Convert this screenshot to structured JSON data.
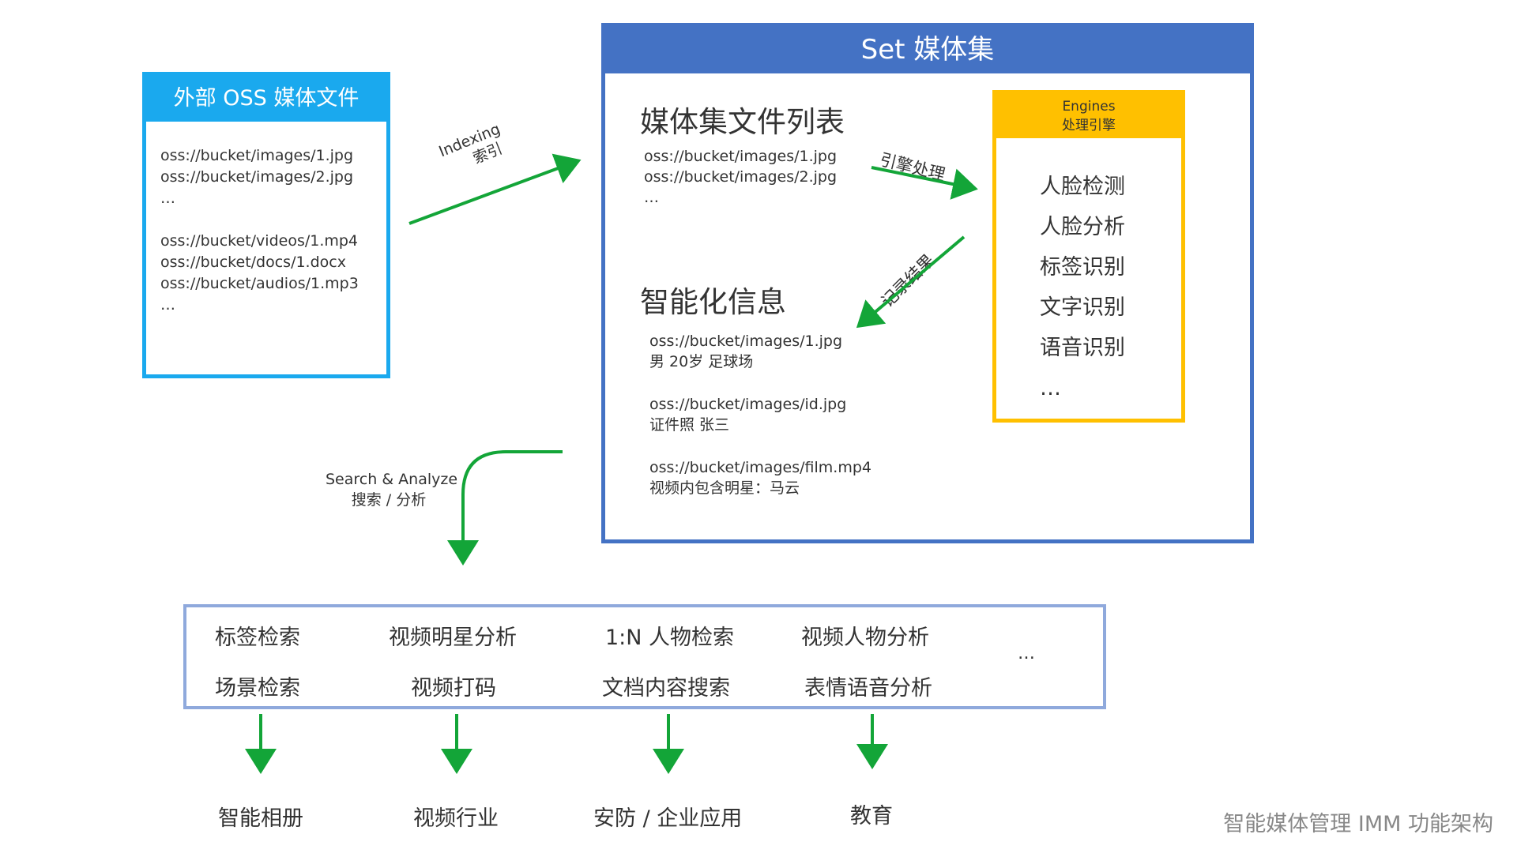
{
  "oss": {
    "title": "外部 OSS 媒体文件",
    "files_group1": [
      "oss://bucket/images/1.jpg",
      "oss://bucket/images/2.jpg",
      "…"
    ],
    "files_group2": [
      "oss://bucket/videos/1.mp4",
      "oss://bucket/docs/1.docx",
      "oss://bucket/audios/1.mp3",
      "…"
    ]
  },
  "indexing": {
    "en": "Indexing",
    "zh": "索引"
  },
  "set": {
    "title": "Set 媒体集",
    "file_list_title": "媒体集文件列表",
    "files": [
      "oss://bucket/images/1.jpg",
      "oss://bucket/images/2.jpg",
      "…"
    ],
    "smart_title": "智能化信息",
    "smart_items": [
      {
        "path": "oss://bucket/images/1.jpg",
        "info": "男 20岁 足球场"
      },
      {
        "path": "oss://bucket/images/id.jpg",
        "info": "证件照 张三"
      },
      {
        "path": "oss://bucket/images/film.mp4",
        "info": "视频内包含明星：马云"
      }
    ]
  },
  "engine_process_label": "引擎处理",
  "record_result_label": "记录结果",
  "engines": {
    "title_en": "Engines",
    "title_zh": "处理引擎",
    "items": [
      "人脸检测",
      "人脸分析",
      "标签识别",
      "文字识别",
      "语音识别",
      "…"
    ]
  },
  "search": {
    "en": "Search & Analyze",
    "zh": "搜索 / 分析"
  },
  "apps": {
    "row1": [
      "标签检索",
      "视频明星分析",
      "1:N 人物检索",
      "视频人物分析"
    ],
    "row2": [
      "场景检索",
      "视频打码",
      "文档内容搜索",
      "表情语音分析"
    ],
    "more": "…"
  },
  "industries": [
    "智能相册",
    "视频行业",
    "安防 / 企业应用",
    "教育"
  ],
  "caption": "智能媒体管理 IMM 功能架构",
  "colors": {
    "oss_blue": "#1aa9ee",
    "set_blue": "#4472c4",
    "engine_yellow": "#ffc000",
    "apps_border": "#8fa9dc",
    "arrow_green": "#13a538"
  }
}
